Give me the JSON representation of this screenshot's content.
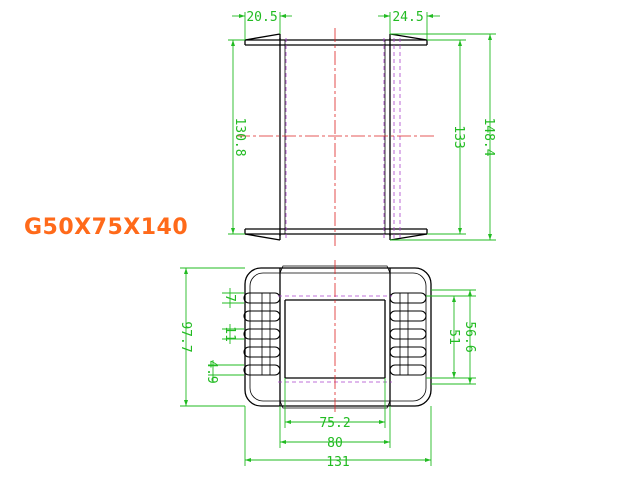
{
  "part_name": "G50X75X140",
  "colors": {
    "outline": "#000000",
    "dimension": "#22bb22",
    "centerline": "#dd2222",
    "hidden_line": "#aa44cc",
    "label": "#ff6a1a"
  },
  "front_view": {
    "flange_left_width": "20.5",
    "flange_right_width": "24.5",
    "inner_height": "130.8",
    "window_height": "133",
    "overall_height": "148.4"
  },
  "top_view": {
    "fin_thickness": "7",
    "fin_pitch": "11",
    "fin_gap": "4.9",
    "overall_depth": "97.7",
    "inner_depth": "51",
    "outer_depth": "56.6",
    "inner_width": "75.2",
    "body_width": "80",
    "overall_width": "131"
  }
}
